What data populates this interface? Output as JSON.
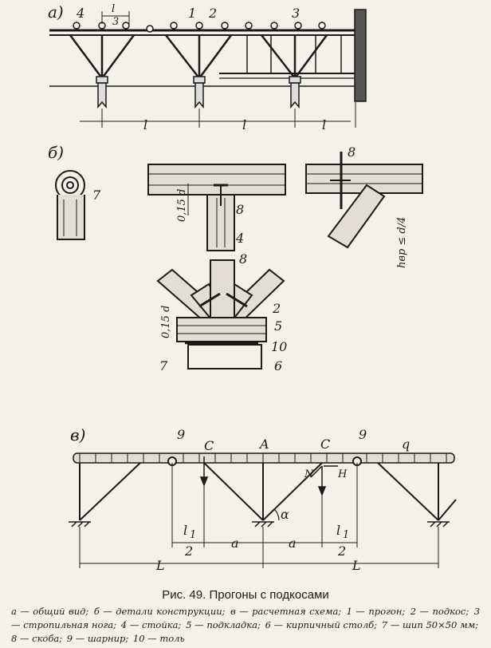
{
  "figure": {
    "panel_labels": {
      "a": "а)",
      "b": "б)",
      "v": "в)"
    },
    "part_numbers": [
      "1",
      "2",
      "3",
      "4",
      "5",
      "6",
      "7",
      "8",
      "9",
      "10"
    ],
    "dims_a": {
      "l_over_3": "l/3",
      "l_top": "l",
      "l_bot": "3",
      "span": "l"
    },
    "dims_b": {
      "d015": "0,15 d",
      "hvr": "hвр ≤ d/4",
      "d015b": "0,15 d"
    },
    "scheme": {
      "point_A": "A",
      "point_C": "C",
      "point_C2": "C",
      "point_N": "N",
      "point_H": "H",
      "load_q": "q",
      "angle": "α",
      "a": "a",
      "l1_top": "l",
      "l1_sub": "1",
      "l1_den": "2",
      "L": "L"
    }
  },
  "caption": {
    "title": "Рис. 49. Прогоны с подкосами",
    "legend": [
      "а — общий вид;",
      "б — детали конструкции;",
      "в — расчетная схема;",
      "1 — прогон;",
      "2 — подкос;",
      "3 — стропильная нога;",
      "4 — стойка;",
      "5 — подкладка;",
      "6 — кирпичный столб;",
      "7 — шип 50×50 мм;",
      "8 — скоба;",
      "9 — шарнир;",
      "10 — толь"
    ]
  }
}
